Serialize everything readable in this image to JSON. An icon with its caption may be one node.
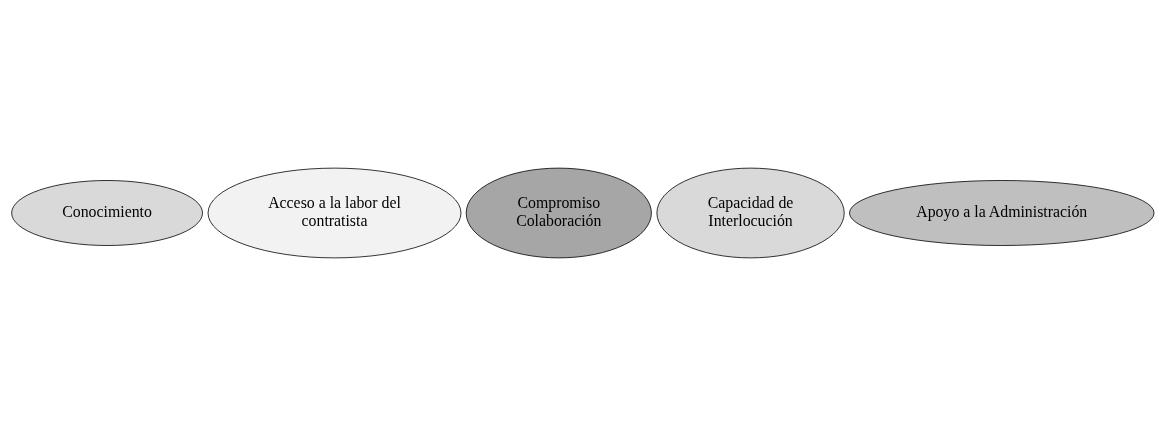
{
  "diagram": {
    "nodes": [
      {
        "text": [
          "Conocimiento"
        ]
      },
      {
        "text": [
          "Acceso a la labor del contratista"
        ]
      },
      {
        "text": [
          "Compromiso Colaboración"
        ]
      },
      {
        "text": [
          "Capacidad de Interlocución"
        ]
      },
      {
        "text": [
          "Apoyo a la Administración"
        ]
      }
    ]
  }
}
